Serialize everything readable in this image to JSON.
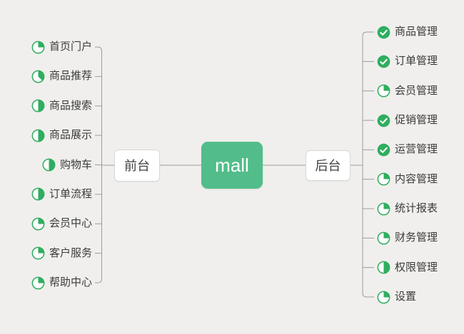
{
  "root": {
    "label": "mall"
  },
  "branches": [
    {
      "label": "前台",
      "side": "left",
      "items": [
        {
          "label": "首页门户",
          "progress": 25,
          "icon": "pie-25-icon"
        },
        {
          "label": "商品推荐",
          "progress": 37.5,
          "icon": "pie-37-icon"
        },
        {
          "label": "商品搜索",
          "progress": 50,
          "icon": "pie-50-icon"
        },
        {
          "label": "商品展示",
          "progress": 50,
          "icon": "pie-50-icon"
        },
        {
          "label": "购物车",
          "progress": 50,
          "icon": "pie-50-icon"
        },
        {
          "label": "订单流程",
          "progress": 50,
          "icon": "pie-50-icon"
        },
        {
          "label": "会员中心",
          "progress": 25,
          "icon": "pie-25-icon"
        },
        {
          "label": "客户服务",
          "progress": 25,
          "icon": "pie-25-icon"
        },
        {
          "label": "帮助中心",
          "progress": 25,
          "icon": "pie-25-icon"
        }
      ]
    },
    {
      "label": "后台",
      "side": "right",
      "items": [
        {
          "label": "商品管理",
          "progress": 100,
          "icon": "check-icon"
        },
        {
          "label": "订单管理",
          "progress": 100,
          "icon": "check-icon"
        },
        {
          "label": "会员管理",
          "progress": 25,
          "icon": "pie-25-icon"
        },
        {
          "label": "促销管理",
          "progress": 100,
          "icon": "check-icon"
        },
        {
          "label": "运营管理",
          "progress": 100,
          "icon": "check-icon"
        },
        {
          "label": "内容管理",
          "progress": 25,
          "icon": "pie-25-icon"
        },
        {
          "label": "统计报表",
          "progress": 25,
          "icon": "pie-25-icon"
        },
        {
          "label": "财务管理",
          "progress": 25,
          "icon": "pie-25-icon"
        },
        {
          "label": "权限管理",
          "progress": 50,
          "icon": "pie-50-icon"
        },
        {
          "label": "设置",
          "progress": 25,
          "icon": "pie-25-icon"
        }
      ]
    }
  ],
  "colors": {
    "background": "#f0efed",
    "root_green": "#52bd8a",
    "icon_green": "#2fae60",
    "line_gray": "#9c9c9c",
    "text_dark": "#3b3b3b",
    "node_border": "#d7d7d5"
  }
}
